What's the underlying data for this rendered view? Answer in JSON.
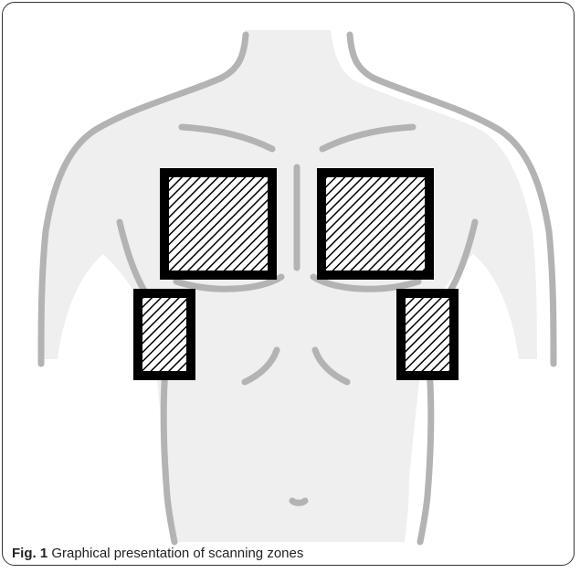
{
  "figure": {
    "caption_label": "Fig. 1",
    "caption_text": " Graphical presentation of scanning zones"
  },
  "zones": [
    {
      "id": "upper-right-anterior"
    },
    {
      "id": "upper-left-anterior"
    },
    {
      "id": "lower-right-lateral"
    },
    {
      "id": "lower-left-lateral"
    }
  ],
  "colors": {
    "torso_fill": "#efefef",
    "torso_outline": "#b3b3b3",
    "zone_border": "#000000",
    "hatch": "#000000",
    "frame": "#333333"
  }
}
